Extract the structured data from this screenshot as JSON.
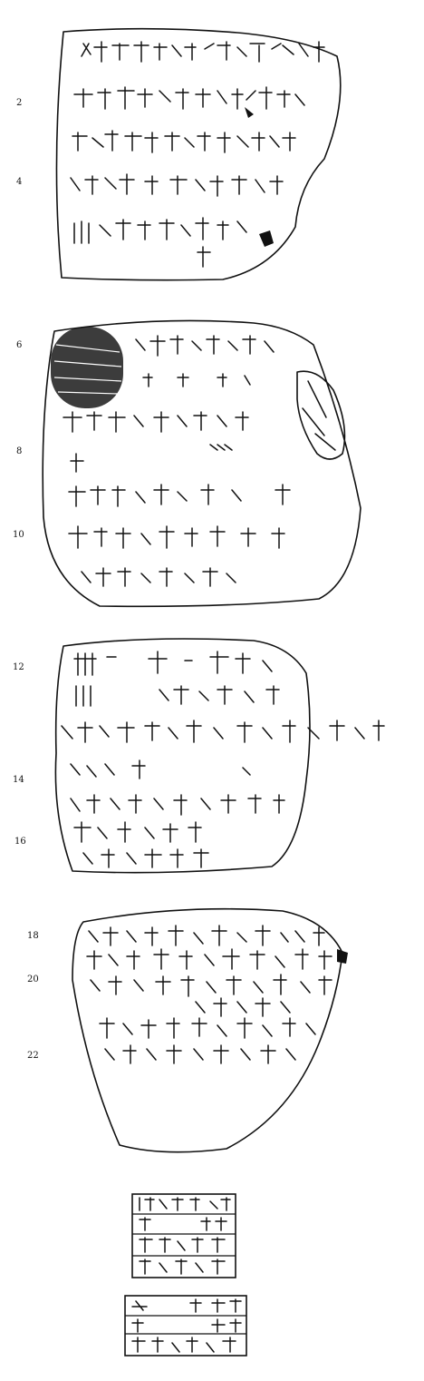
{
  "tablets": [
    {
      "id": "fragment-1",
      "line_numbers": [
        "2",
        "4"
      ]
    },
    {
      "id": "fragment-2",
      "line_numbers": [
        "6",
        "8",
        "10"
      ]
    },
    {
      "id": "fragment-3",
      "line_numbers": [
        "12",
        "14",
        "16"
      ]
    },
    {
      "id": "fragment-4",
      "line_numbers": [
        "18",
        "20",
        "22"
      ]
    }
  ],
  "seal_impressions": [
    {
      "id": "seal-1",
      "registers": 4
    },
    {
      "id": "seal-2",
      "registers": 3
    }
  ],
  "ink_color": "#111111",
  "paper_color": "#ffffff"
}
